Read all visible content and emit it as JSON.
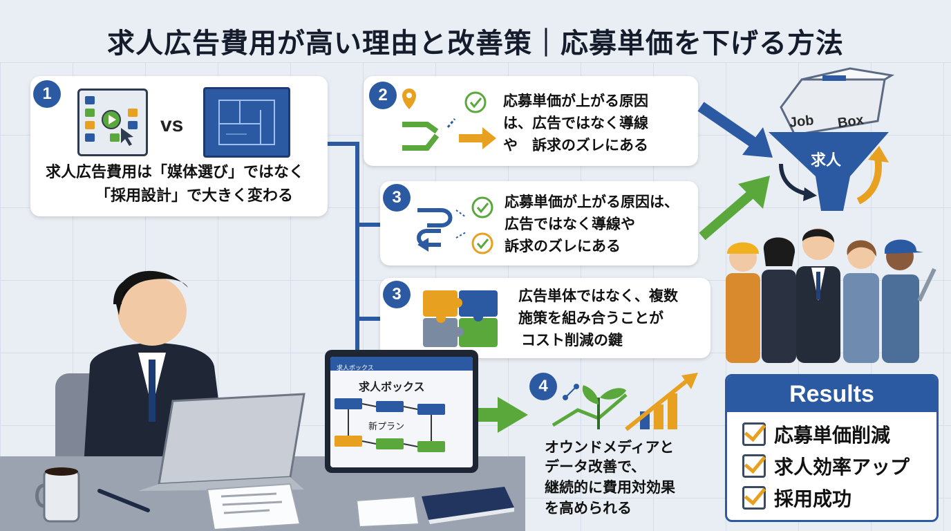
{
  "title": "求人広告費用が高い理由と改善策｜応募単価を下げる方法",
  "cards": [
    {
      "number": "1",
      "vs_label": "vs",
      "lines": [
        "求人広告費用は「媒体選び」ではなく",
        "「採用設計」で大きく変わる"
      ]
    },
    {
      "number": "2",
      "lines": [
        "応募単価が上がる原因",
        "は、広告ではなく導線",
        "や　訴求のズレにある"
      ]
    },
    {
      "number": "3",
      "lines": [
        "応募単価が上がる原因は、",
        "広告ではなく導線や",
        "訴求のズレにある"
      ]
    },
    {
      "number": "3",
      "lines": [
        "広告単体ではなく、複数",
        "施策を組み合うことが",
        "コスト削減の鍵"
      ]
    },
    {
      "number": "4",
      "lines": [
        "オウンドメディアと",
        "データ改善で、",
        "継続的に費用対効果",
        "を高められる"
      ]
    }
  ],
  "job_box": {
    "left_label": "Job",
    "right_label": "Box",
    "funnel_label": "求人"
  },
  "laptop": {
    "url_text": "求人ボックス",
    "title": "求人ボックス",
    "plan_label": "新プラン"
  },
  "results": {
    "heading": "Results",
    "items": [
      "応募単価削減",
      "求人効率アップ",
      "採用成功"
    ]
  },
  "colors": {
    "primary_blue": "#2b5aa3",
    "accent_orange": "#e8a020",
    "accent_green": "#5aa83c",
    "background": "#e9eef4"
  }
}
